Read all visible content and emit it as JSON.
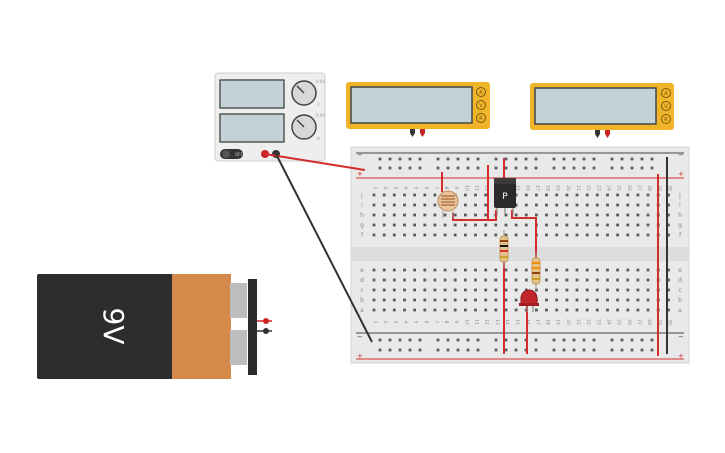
{
  "battery": {
    "label": "9V",
    "body_color": "#2d2d2d",
    "cap_color": "#d58a4c"
  },
  "power_supply": {
    "switch_label": "OFF",
    "dial_top_label": "0.0V",
    "dial_bottom_label": "0.0A",
    "sub_label_top": "V",
    "sub_label_bottom": "A"
  },
  "multimeter_1": {
    "modes": [
      "A",
      "V",
      "R"
    ],
    "screen_value": ""
  },
  "multimeter_2": {
    "modes": [
      "A",
      "V",
      "R"
    ],
    "screen_value": ""
  },
  "breadboard": {
    "top_row_letters": [
      "j",
      "i",
      "h",
      "g",
      "f"
    ],
    "bottom_row_letters": [
      "e",
      "d",
      "c",
      "b",
      "a"
    ],
    "column_numbers": [
      "1",
      "2",
      "3",
      "4",
      "5",
      "6",
      "7",
      "8",
      "9",
      "10",
      "11",
      "12",
      "13",
      "14",
      "15",
      "16",
      "17",
      "18",
      "19",
      "20",
      "21",
      "22",
      "23",
      "24",
      "25",
      "26",
      "27",
      "28",
      "29",
      "30"
    ],
    "rail_minus": "−",
    "rail_plus": "+"
  },
  "transistor": {
    "label": "P"
  },
  "colors": {
    "wire_red": "#d42d2d",
    "wire_black": "#333333",
    "multimeter_frame": "#f0b429",
    "screen": "#c2d2d6",
    "breadboard": "#e8e8e8",
    "led": "#c0262c"
  }
}
